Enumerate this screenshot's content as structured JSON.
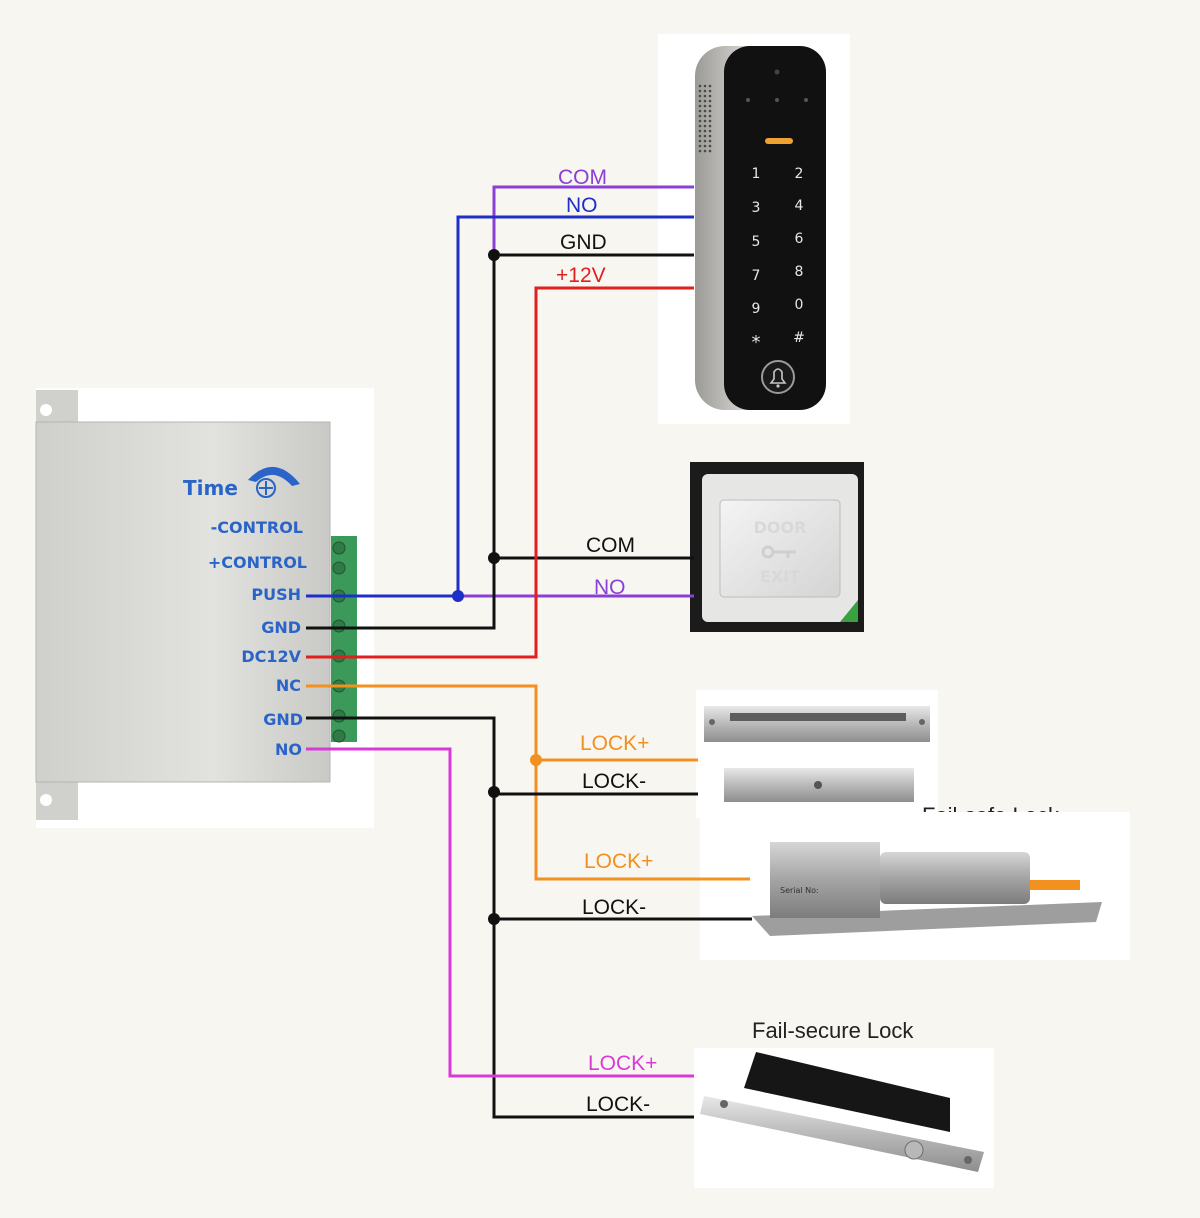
{
  "controller": {
    "time_label": "Time",
    "terminals": [
      "-CONTROL",
      "+CONTROL",
      "PUSH",
      "GND",
      "DC12V",
      "NC",
      "GND",
      "NO"
    ]
  },
  "keypad": {
    "keys": [
      "1",
      "2",
      "3",
      "4",
      "5",
      "6",
      "7",
      "8",
      "9",
      "0",
      "*",
      "#"
    ],
    "wires": {
      "com": "COM",
      "no": "NO",
      "gnd": "GND",
      "v12": "+12V"
    }
  },
  "exit_button": {
    "top_text": "DOOR",
    "bottom_text": "EXIT",
    "wires": {
      "com": "COM",
      "no": "NO"
    }
  },
  "fail_safe": {
    "title": "Fail-safe Lock",
    "mag_wires": {
      "plus": "LOCK+",
      "minus": "LOCK-"
    },
    "bolt_wires": {
      "plus": "LOCK+",
      "minus": "LOCK-"
    },
    "serial_text": "Serial No:"
  },
  "fail_secure": {
    "title": "Fail-secure Lock",
    "wires": {
      "plus": "LOCK+",
      "minus": "LOCK-"
    }
  },
  "colors": {
    "purple": "#8a3fd6",
    "blue": "#1e2fc8",
    "black": "#111111",
    "red": "#e01f1f",
    "orange": "#f29020",
    "magenta": "#d83ad8",
    "terminal_text": "#2a64c8"
  }
}
